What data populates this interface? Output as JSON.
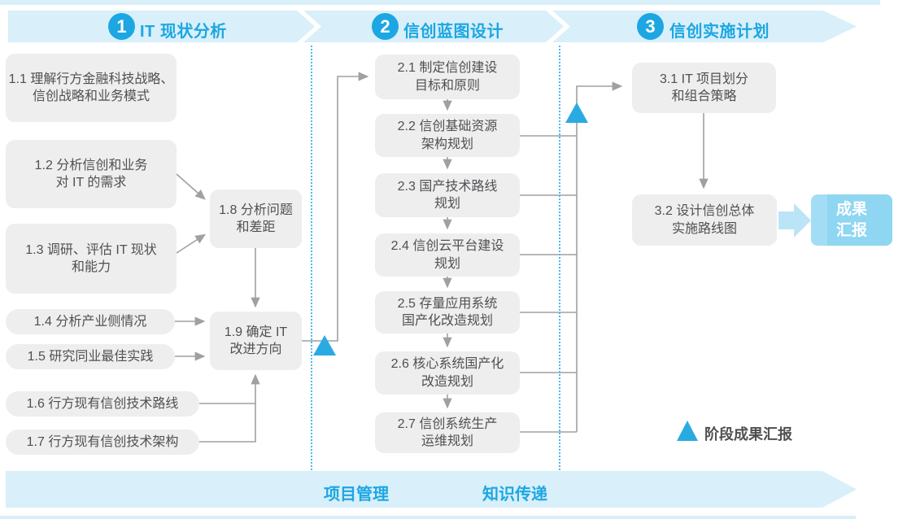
{
  "header": {
    "phases": [
      {
        "number": "1",
        "title": "IT 现状分析"
      },
      {
        "number": "2",
        "title": "信创蓝图设计"
      },
      {
        "number": "3",
        "title": "信创实施计划"
      }
    ]
  },
  "boxes": {
    "b1_1": "1.1 理解行方金融科技战略、\n信创战略和业务模式",
    "b1_2": "1.2 分析信创和业务\n对 IT 的需求",
    "b1_3": "1.3 调研、评估 IT 现状\n和能力",
    "b1_4": "1.4 分析产业侧情况",
    "b1_5": "1.5 研究同业最佳实践",
    "b1_6": "1.6 行方现有信创技术路线",
    "b1_7": "1.7 行方现有信创技术架构",
    "b1_8": "1.8 分析问题\n和差距",
    "b1_9": "1.9 确定 IT\n改进方向",
    "b2_1": "2.1 制定信创建设\n目标和原则",
    "b2_2": "2.2 信创基础资源\n架构规划",
    "b2_3": "2.3 国产技术路线\n规划",
    "b2_4": "2.4 信创云平台建设\n规划",
    "b2_5": "2.5 存量应用系统\n国产化改造规划",
    "b2_6": "2.6 核心系统国产化\n改造规划",
    "b2_7": "2.7 信创系统生产\n运维规划",
    "b3_1": "3.1 IT 项目划分\n和组合策略",
    "b3_2": "3.2 设计信创总体\n实施路线图",
    "result": "成果\n汇报"
  },
  "legend": {
    "symbol": "blue-triangle",
    "label": "阶段成果汇报"
  },
  "bottom": {
    "left_label": "项目管理",
    "right_label": "知识传递"
  },
  "colors": {
    "accent": "#1CA7E2",
    "band_fill": "#D9EFFA",
    "box_fill": "#EEEEEF",
    "box_text": "#4F5052",
    "connector": "#9EA0A3",
    "milestone_triangle": "#29ABE2",
    "result_fill": "#8ED6F2",
    "result_text": "#FFFFFF",
    "fat_arrow": "#BCE4F7"
  }
}
